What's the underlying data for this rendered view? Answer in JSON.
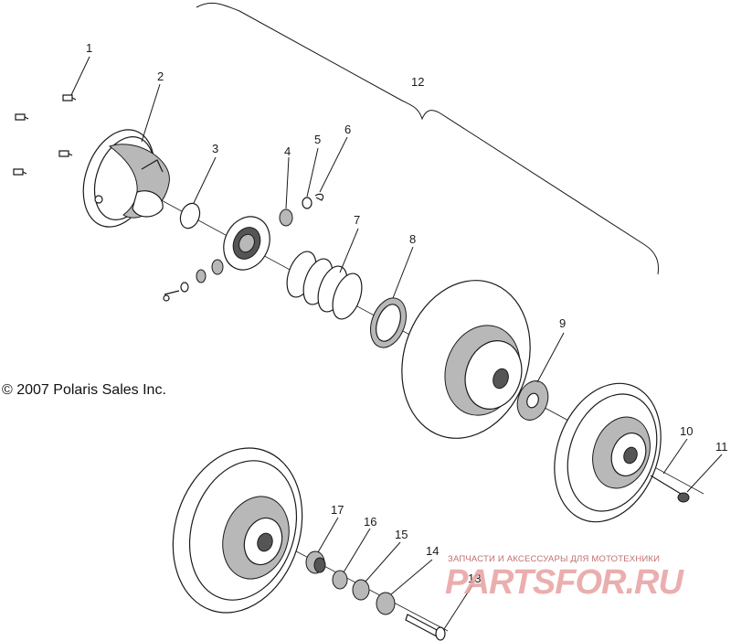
{
  "diagram": {
    "copyright": "© 2007 Polaris Sales Inc.",
    "callouts": [
      "1",
      "2",
      "3",
      "4",
      "5",
      "6",
      "7",
      "8",
      "9",
      "10",
      "11",
      "12",
      "13",
      "14",
      "15",
      "16",
      "17"
    ],
    "group_label": "12"
  },
  "watermark": {
    "tagline": "ЗАПЧАСТИ И АКСЕССУАРЫ ДЛЯ МОТОТЕХНИКИ",
    "logo": "PARTSFOR.RU"
  }
}
